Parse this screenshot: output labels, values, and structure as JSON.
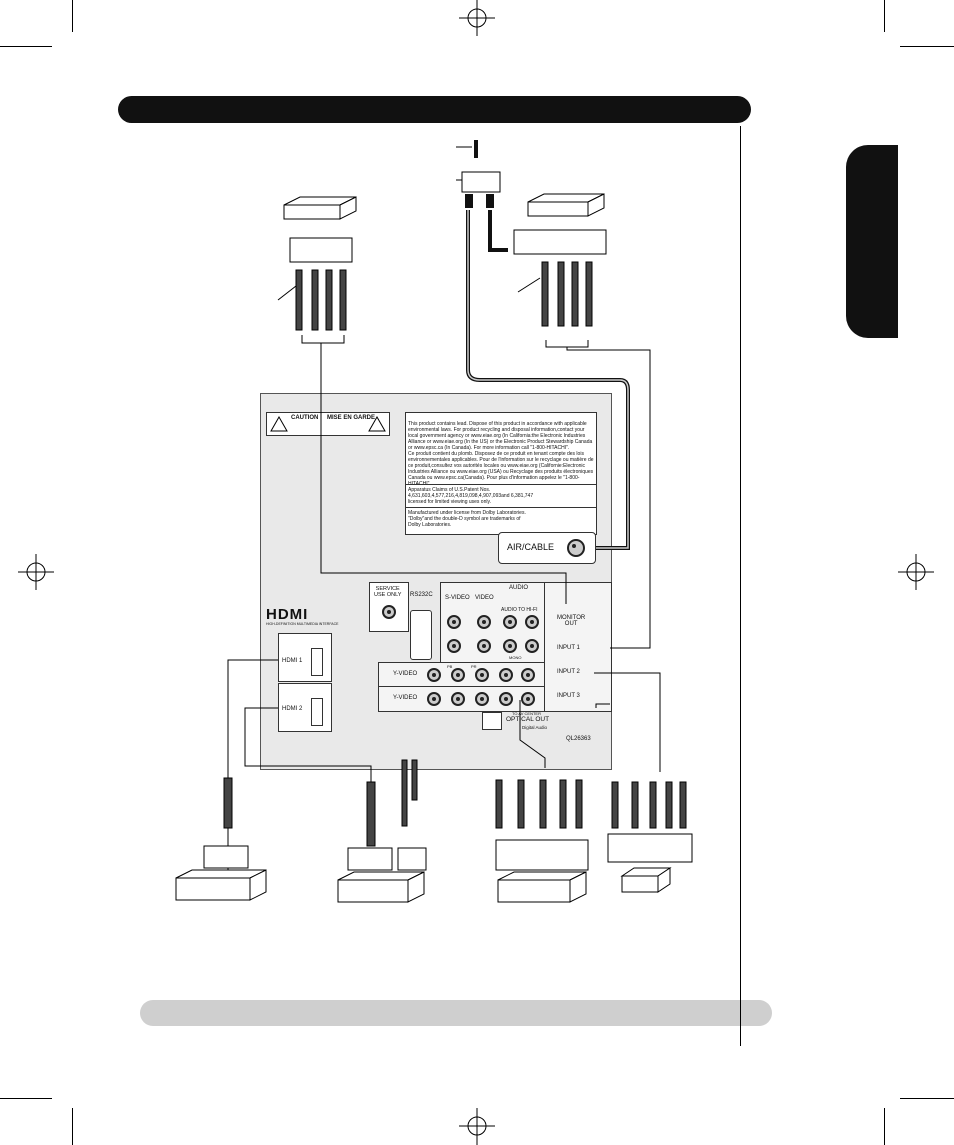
{
  "panel": {
    "caution_en": "CAUTION",
    "caution_fr": "MISE EN GARDE",
    "notice_lead": "This product contains lead. Dispose of this product in accordance with applicable environmental laws. For product recycling and disposal information,contact your local government agency or www.eiae.org (In California:the Electronic Industries Alliance or www.eiae.org (In the US) or the Electronic Product Stewardship Canada or www.epsc.ca (In Canada). For more information call \"1-800-HITACHI\".",
    "notice_fr": "Ce produit contient du plomb. Disposez de ce produit en tenant compte des lois environnementales applicables. Pour de l'information sur le recyclage ou matière de ce produit,consultez vos autorités locales ou www.eiae.org (Californie:Electronic Industries Alliance ou www.eiae.org (USA) ou Recyclage des produits électroniques Canada ou www.epsc.ca(Canada). Pour plus d'information appelez le \"1-800-HITACHI\".",
    "patent": "Apparatus Claims of U.S.Patent Nos.\n4,631,603,4,577,216,4,819,098,4,907,093and 6,381,747\nlicensed for limited viewing uses only.",
    "dolby": "Manufactured under license from Dolby Laboratories.\n\"Dolby\"and the double-D symbol are trademarks of\nDolby Laboratories.",
    "air_cable": "AIR/CABLE",
    "service": "SERVICE\nUSE ONLY",
    "rs232c": "RS232C",
    "hdmi_logo": "HDMI",
    "hdmi_tag": "HIGH-DEFINITION MULTIMEDIA INTERFACE",
    "hdmi1": "HDMI 1",
    "hdmi2": "HDMI 2",
    "s_video": "S-VIDEO",
    "video": "VIDEO",
    "audio": "AUDIO",
    "audio_to_hifi": "AUDIO TO HI-FI",
    "monitor_out": "MONITOR\nOUT",
    "input1": "INPUT 1",
    "input2": "INPUT 2",
    "input3": "INPUT 3",
    "y_video_2": "Y-VIDEO",
    "y_video_3": "Y-VIDEO",
    "pb": "PB",
    "pr": "PR",
    "mono": "MONO",
    "optical_out": "OPTICAL OUT",
    "digital_audio": "Digital Audio",
    "model": "QL26363",
    "center": "TO AV CENTER"
  },
  "icons": {
    "devices": [
      "vcr-icon",
      "cable-box-icon",
      "dvd-player-icon",
      "set-top-box-icon"
    ],
    "connectors": [
      "rf-splitter-icon",
      "rca-cable-icon",
      "hdmi-cable-icon",
      "dvi-cable-icon",
      "svideo-cable-icon",
      "audio-cable-icon"
    ]
  },
  "colors": {
    "bar": "#111111",
    "footer": "#cfcfcf",
    "panel": "#e9e9e9"
  }
}
